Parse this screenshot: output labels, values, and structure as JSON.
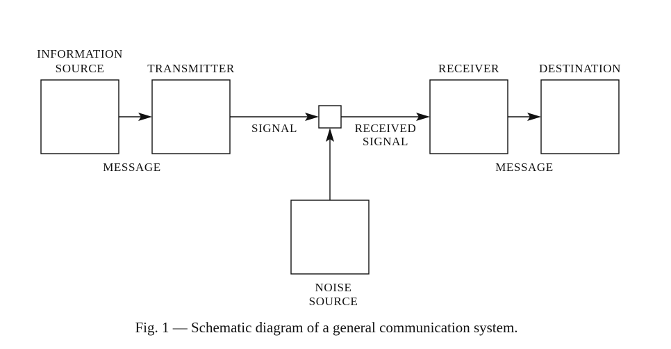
{
  "blocks": {
    "information_source": {
      "label_line1": "INFORMATION",
      "label_line2": "SOURCE"
    },
    "transmitter": {
      "label": "TRANSMITTER"
    },
    "receiver": {
      "label": "RECEIVER"
    },
    "destination": {
      "label": "DESTINATION"
    },
    "noise_source": {
      "label_line1": "NOISE",
      "label_line2": "SOURCE"
    }
  },
  "connections": {
    "message_in": "MESSAGE",
    "signal": "SIGNAL",
    "received_signal_line1": "RECEIVED",
    "received_signal_line2": "SIGNAL",
    "message_out": "MESSAGE"
  },
  "caption": "Fig. 1 — Schematic diagram of a general communication system."
}
